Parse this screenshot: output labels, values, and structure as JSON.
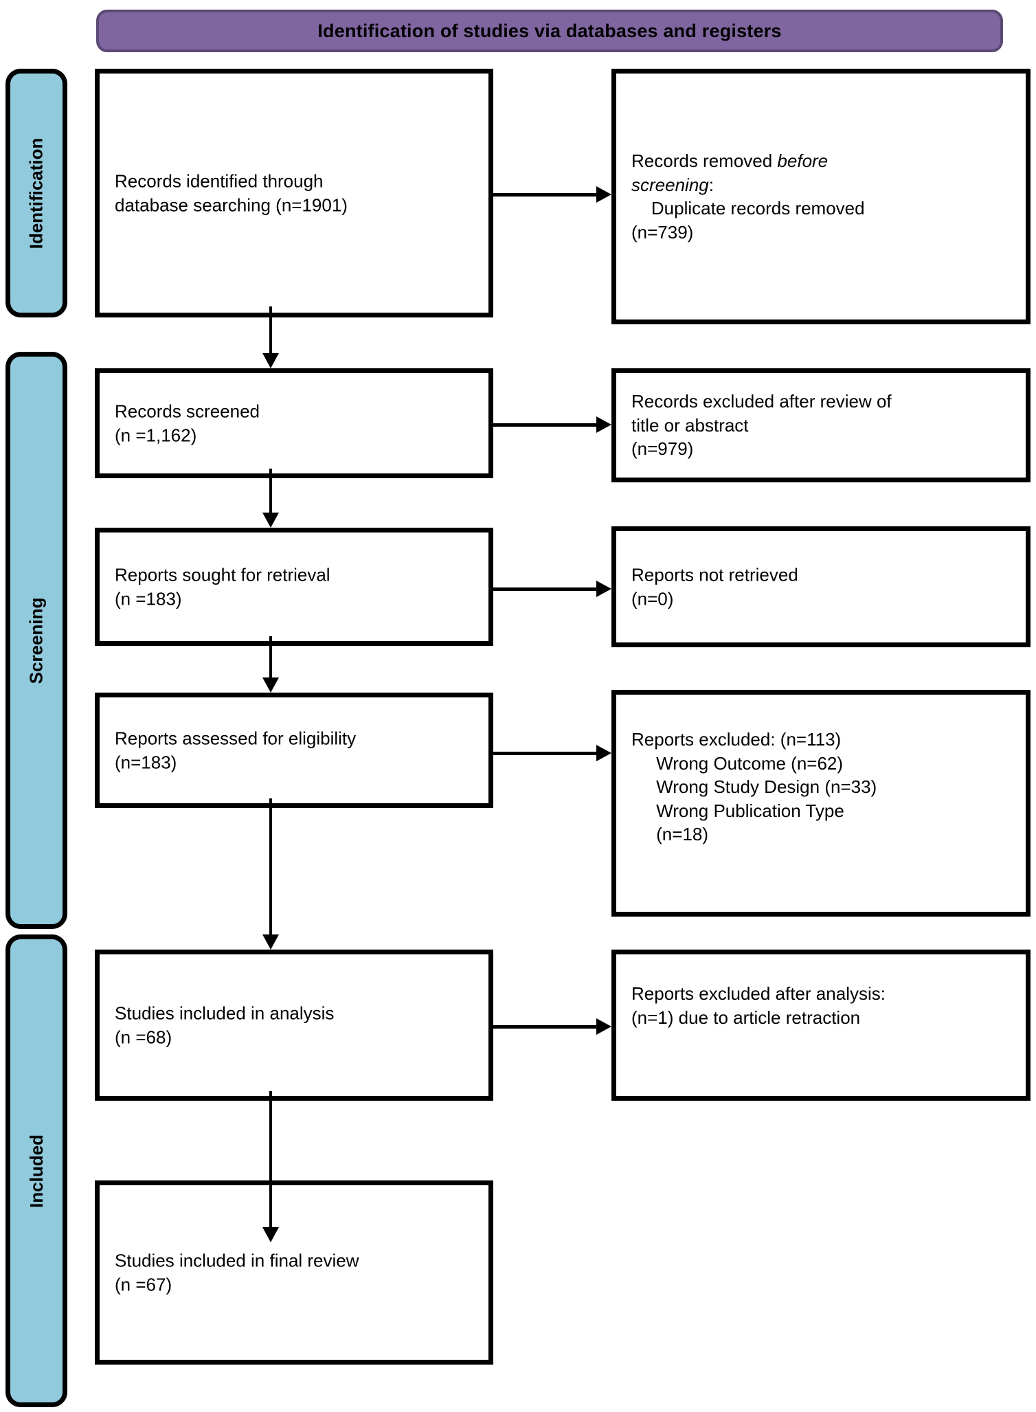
{
  "banner": {
    "title": "Identification of studies via databases and registers",
    "fill_color": "#8066a0"
  },
  "stages": [
    {
      "label": "Identification"
    },
    {
      "label": "Screening"
    },
    {
      "label": "Included"
    }
  ],
  "stage_color": "#92cadd",
  "flow": {
    "left_boxes": [
      {
        "id": "identified",
        "text": "Records identified through\ndatabase searching (n=1901)"
      },
      {
        "id": "screened",
        "text": "Records screened\n(n =1,162)"
      },
      {
        "id": "sought",
        "text": "Reports sought for retrieval\n(n =183)"
      },
      {
        "id": "assessed",
        "text": "Reports assessed for eligibility\n(n=183)"
      },
      {
        "id": "included_analysis",
        "text": "Studies included in analysis\n(n =68)"
      },
      {
        "id": "final_review",
        "text": "Studies included in final review\n(n =67)"
      }
    ],
    "right_boxes": [
      {
        "id": "removed_before",
        "line1_prefix": "Records removed ",
        "line1_italic": "before",
        "line2_italic": "screening",
        "line2_suffix": ":",
        "line3": "    Duplicate records removed",
        "line4": "(n=739)"
      },
      {
        "id": "excluded_title",
        "text": "Records excluded after review of\ntitle or abstract\n(n=979)"
      },
      {
        "id": "not_retrieved",
        "text": "Reports not retrieved\n(n=0)"
      },
      {
        "id": "reports_excluded",
        "text": "Reports excluded: (n=113)\n     Wrong Outcome (n=62)\n     Wrong Study Design (n=33)\n     Wrong Publication Type\n     (n=18)"
      },
      {
        "id": "excluded_analysis",
        "text": "Reports excluded after analysis:\n(n=1) due to article retraction"
      }
    ]
  }
}
